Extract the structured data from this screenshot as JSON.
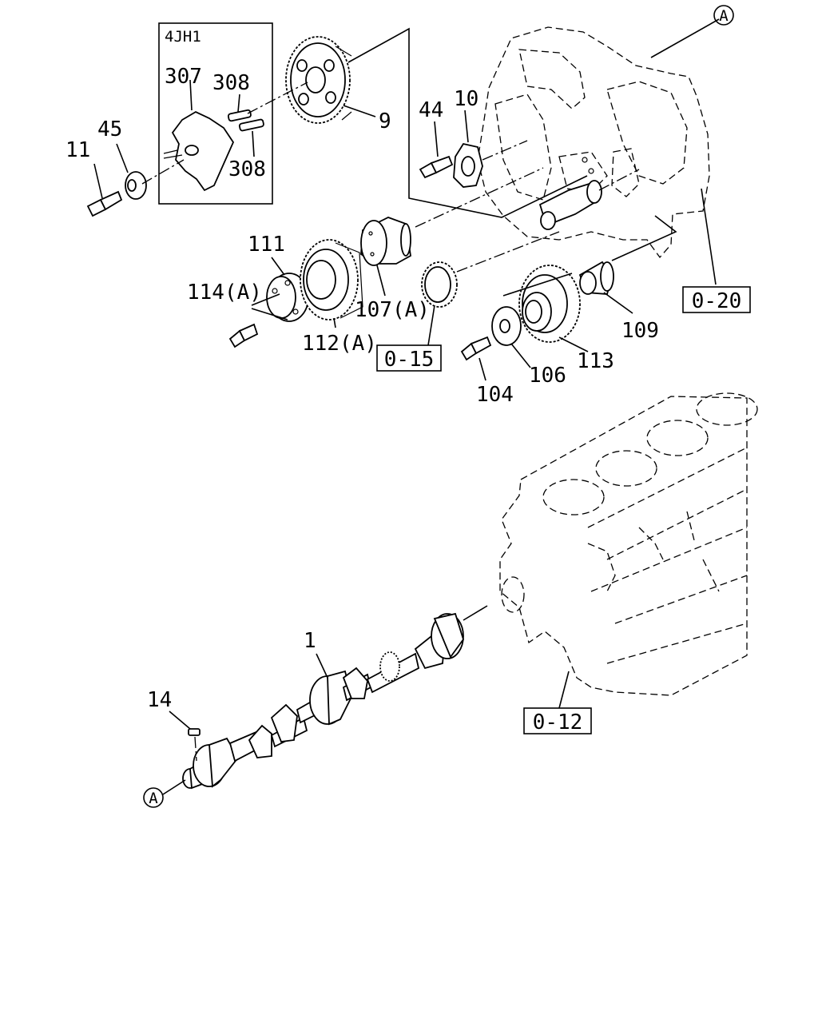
{
  "inset": {
    "label": "4JH1"
  },
  "callouts": [
    {
      "id": "A-top",
      "text": "A"
    },
    {
      "id": "A-bottom",
      "text": "A"
    }
  ],
  "parts": {
    "p307": "307",
    "p308a": "308",
    "p308b": "308",
    "p9": "9",
    "p45": "45",
    "p11": "11",
    "p44": "44",
    "p10": "10",
    "p111": "111",
    "p114": "114(A)",
    "p107": "107(A)",
    "p112": "112(A)",
    "p109": "109",
    "p113": "113",
    "p106": "106",
    "p104": "104",
    "p1": "1",
    "p14": "14"
  },
  "refs": {
    "r020": "0-20",
    "r015": "0-15",
    "r012": "0-12"
  }
}
